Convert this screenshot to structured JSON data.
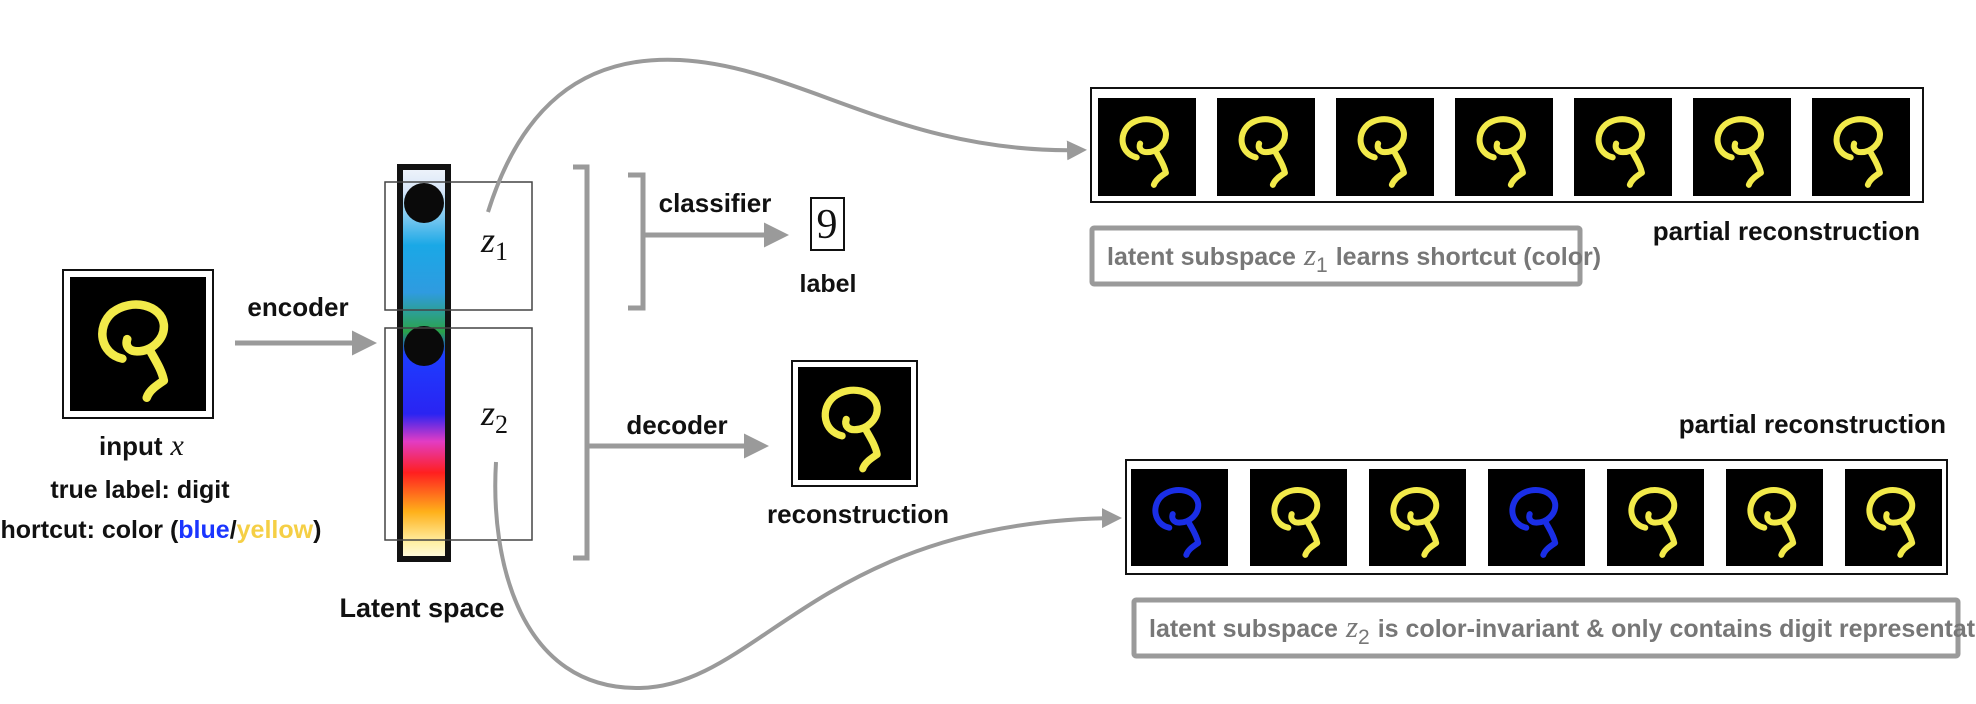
{
  "input": {
    "label_prefix": "input",
    "label_var": "x",
    "true_label": "true label: digit",
    "shortcut_prefix": "shortcut: color (",
    "shortcut_blue": "blue",
    "shortcut_sep": "/",
    "shortcut_yellow": "yellow",
    "shortcut_suffix": ")"
  },
  "encoder": {
    "label": "encoder"
  },
  "latent": {
    "title": "Latent space",
    "z1": {
      "var": "z",
      "sub": "1"
    },
    "z2": {
      "var": "z",
      "sub": "2"
    }
  },
  "classifier": {
    "label": "classifier",
    "output": "9",
    "output_caption": "label"
  },
  "decoder": {
    "label": "decoder",
    "output_caption": "reconstruction"
  },
  "row_top": {
    "title": "partial reconstruction",
    "note_prefix": "latent subspace",
    "note_var": "z",
    "note_sub": "1",
    "note_suffix": "learns shortcut (color)",
    "digits": [
      "yellow",
      "yellow",
      "yellow",
      "yellow",
      "yellow",
      "yellow",
      "yellow"
    ]
  },
  "row_bottom": {
    "title": "partial reconstruction",
    "note_prefix": "latent subspace",
    "note_var": "z",
    "note_sub": "2",
    "note_suffix": "is color-invariant & only contains digit representation",
    "digits": [
      "blue",
      "yellow",
      "yellow",
      "blue",
      "yellow",
      "yellow",
      "yellow"
    ]
  },
  "colors": {
    "digit_yellow": "#f2ea4a",
    "digit_blue": "#1a2ee6",
    "shortcut_blue": "#1a35ff",
    "shortcut_yellow": "#f5cf45",
    "arrow_gray": "#9a9a9a",
    "note_gray": "#777777"
  }
}
